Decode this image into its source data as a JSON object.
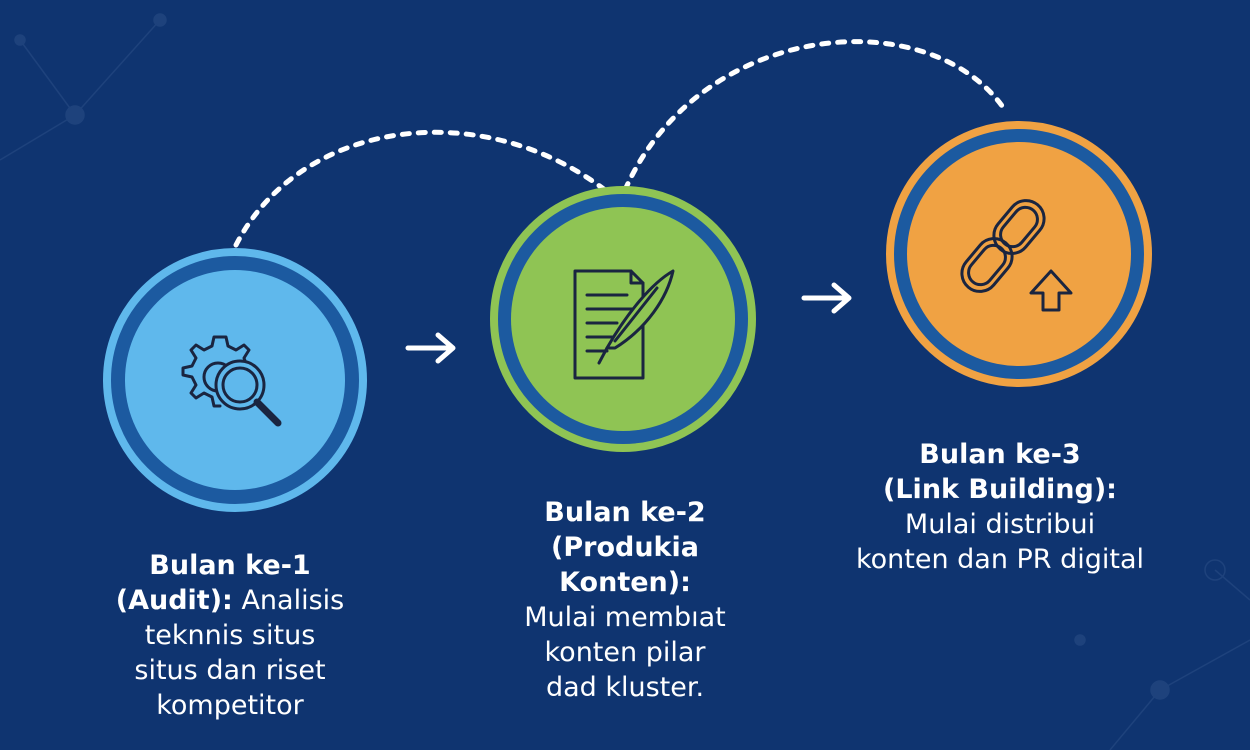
{
  "steps": [
    {
      "id": "audit",
      "icon": "gear-magnifier-icon",
      "fill": "#5fb8ec",
      "ring": "#5fb8ec",
      "lines": [
        {
          "bold": "Bulan ke-1",
          "normal": ""
        },
        {
          "bold": "(Audit):",
          "normal": " Analisis"
        },
        {
          "bold": "",
          "normal": "teknnis situs"
        },
        {
          "bold": "",
          "normal": "situs dan riset"
        },
        {
          "bold": "",
          "normal": "kompetitor"
        }
      ]
    },
    {
      "id": "konten",
      "icon": "document-quill-icon",
      "fill": "#8fc454",
      "ring": "#8fc454",
      "lines": [
        {
          "bold": "Bulan ke-2",
          "normal": ""
        },
        {
          "bold": "(Produkia",
          "normal": ""
        },
        {
          "bold": "Konten):",
          "normal": ""
        },
        {
          "bold": "",
          "normal": "Mulai membıat"
        },
        {
          "bold": "",
          "normal": "konten pilar"
        },
        {
          "bold": "",
          "normal": "dad kluster."
        }
      ]
    },
    {
      "id": "link",
      "icon": "chain-link-upload-icon",
      "fill": "#f0a243",
      "ring": "#f0a243",
      "lines": [
        {
          "bold": "Bulan ke-3",
          "normal": ""
        },
        {
          "bold": "(Link Building):",
          "normal": ""
        },
        {
          "bold": "",
          "normal": "Mulai distribui"
        },
        {
          "bold": "",
          "normal": "konten dan PR digital"
        }
      ]
    }
  ],
  "colors": {
    "background": "#0f3470",
    "ring_gap": "#0f3470",
    "connector": "#ffffff",
    "icon_stroke": "#1a2540"
  }
}
